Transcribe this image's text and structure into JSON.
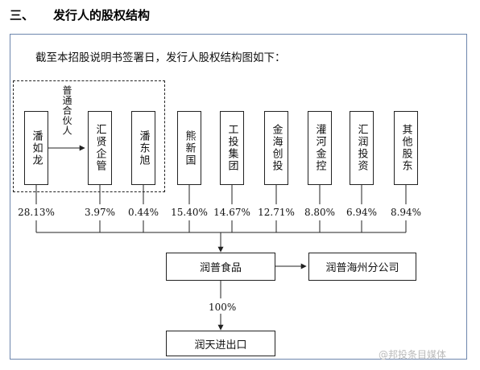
{
  "heading": {
    "number": "三、",
    "title": "发行人的股权结构"
  },
  "intro": "截至本招股说明书签署日，发行人股权结构图如下：",
  "gp_label": "普通合伙人",
  "shareholders": [
    {
      "name": "潘如龙",
      "pct": "28.13%"
    },
    {
      "name": "汇贤企管",
      "pct": "3.97%"
    },
    {
      "name": "潘东旭",
      "pct": "0.44%"
    },
    {
      "name": "熊新国",
      "pct": "15.40%"
    },
    {
      "name": "工投集团",
      "pct": "14.67%"
    },
    {
      "name": "金海创投",
      "pct": "12.71%"
    },
    {
      "name": "灌河金控",
      "pct": "8.80%"
    },
    {
      "name": "汇润投资",
      "pct": "6.94%"
    },
    {
      "name": "其他股东",
      "pct": "8.94%"
    }
  ],
  "issuer": "润普食品",
  "branch": "润普海州分公司",
  "subsidiary": {
    "name": "润天进出口",
    "pct": "100%"
  },
  "watermark": "@邦投条目媒体"
}
